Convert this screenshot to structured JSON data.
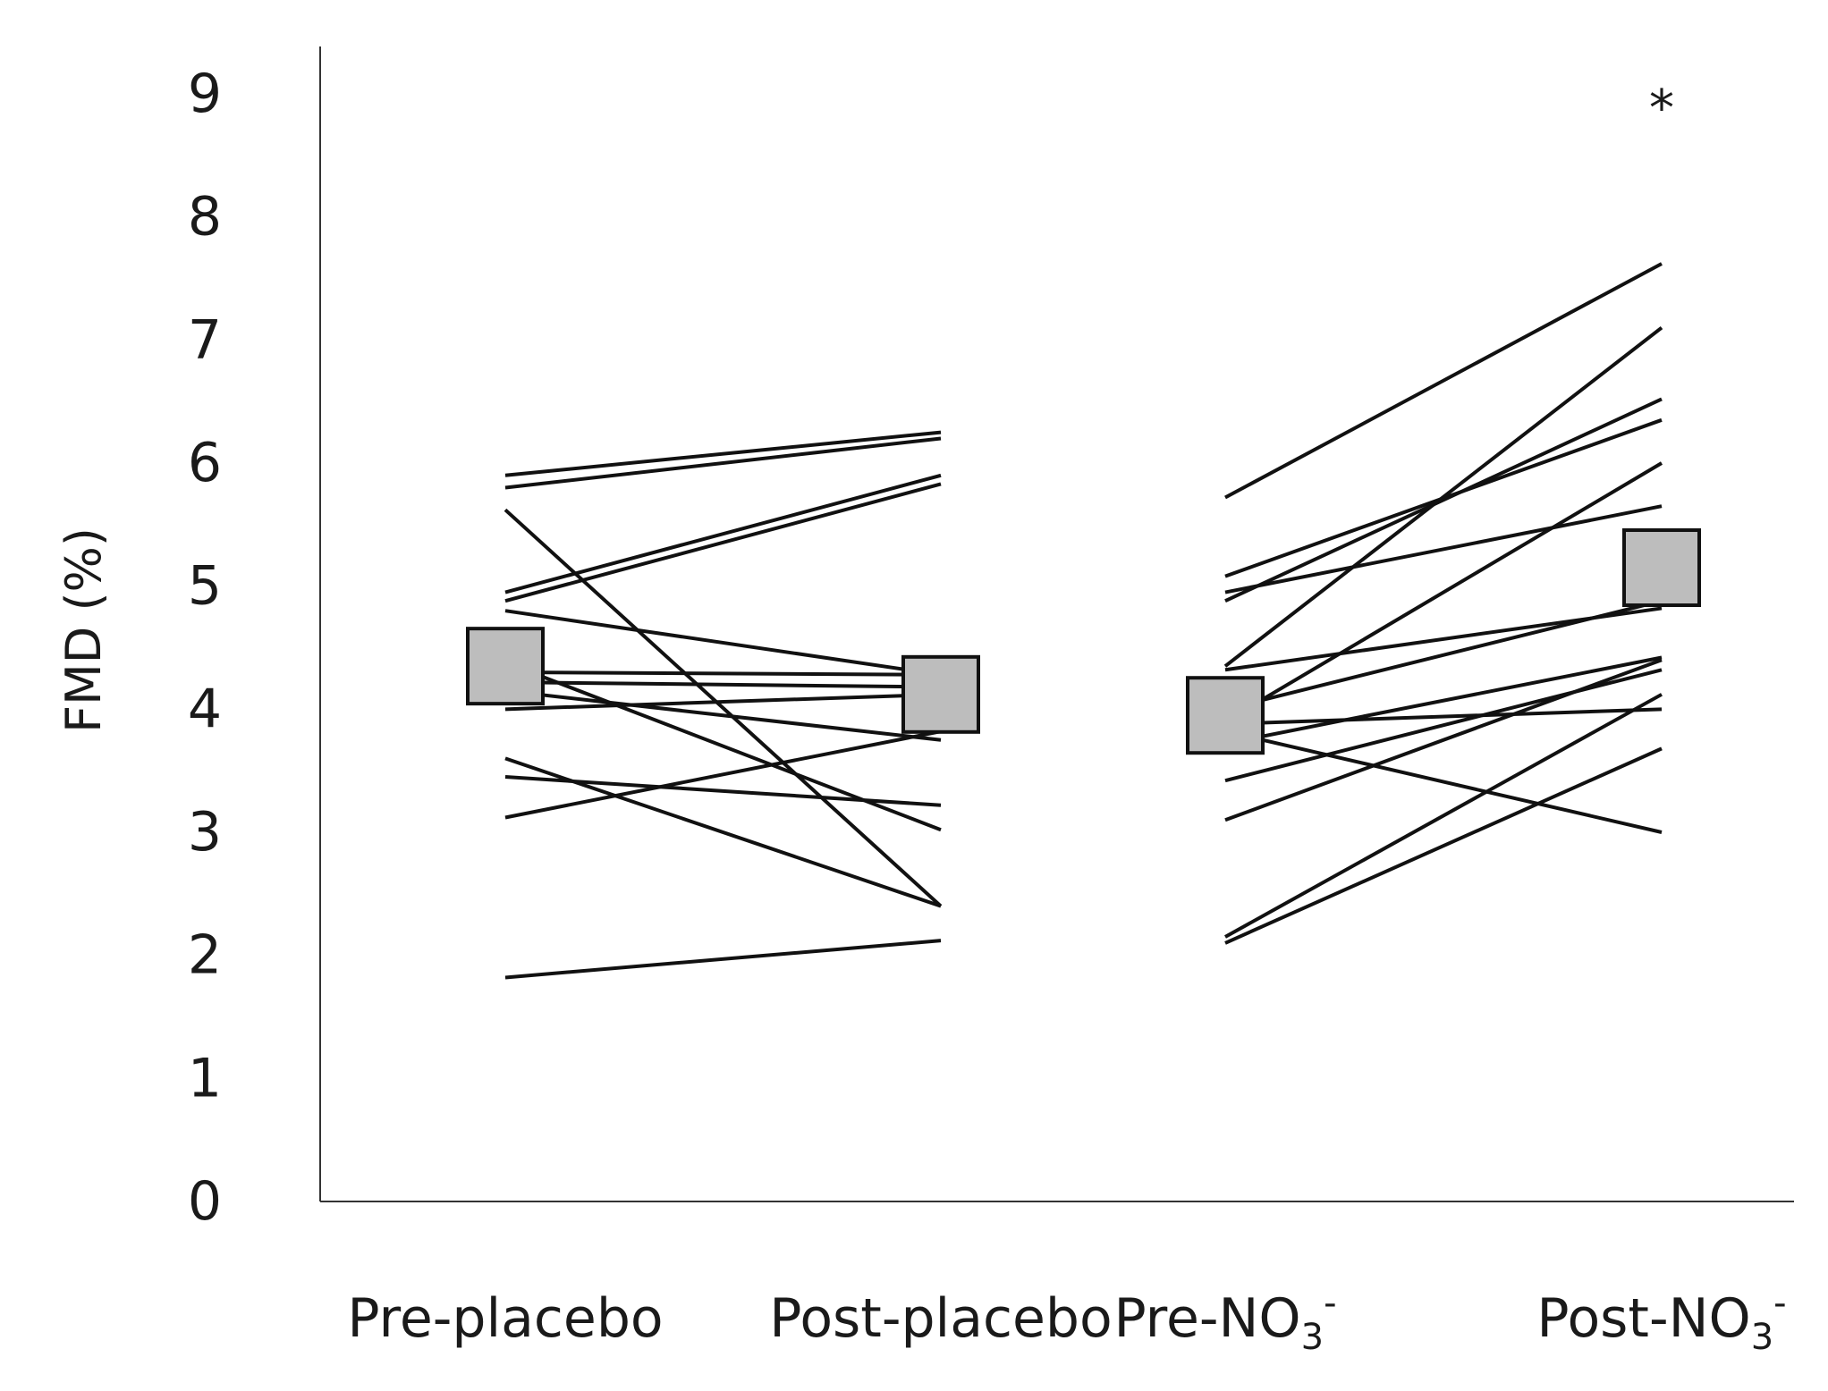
{
  "chart_data": {
    "type": "line",
    "title": "",
    "ylabel": "FMD (%)",
    "xlabel": "",
    "ylim": [
      0,
      9
    ],
    "yticks": [
      "0",
      "1",
      "2",
      "3",
      "4",
      "5",
      "6",
      "7",
      "8",
      "9"
    ],
    "categories": [
      {
        "base": "Pre-placebo",
        "sub": "",
        "sup": ""
      },
      {
        "base": "Post-placebo",
        "sub": "",
        "sup": ""
      },
      {
        "base": "Pre-NO",
        "sub": "3",
        "sup": "-"
      },
      {
        "base": "Post-NO",
        "sub": "3",
        "sup": "-"
      }
    ],
    "grid": false,
    "groups": [
      {
        "from_category": 0,
        "to_category": 1,
        "pairs": [
          [
            5.9,
            6.25
          ],
          [
            5.8,
            6.2
          ],
          [
            4.95,
            5.9
          ],
          [
            4.88,
            5.83
          ],
          [
            5.62,
            2.4
          ],
          [
            4.8,
            4.28
          ],
          [
            4.3,
            4.28
          ],
          [
            4.22,
            4.18
          ],
          [
            4.15,
            3.75
          ],
          [
            4.0,
            4.12
          ],
          [
            3.6,
            2.4
          ],
          [
            3.45,
            3.22
          ],
          [
            3.12,
            3.82
          ],
          [
            4.38,
            3.02
          ],
          [
            1.82,
            2.12
          ]
        ],
        "mean": [
          4.35,
          4.12
        ]
      },
      {
        "from_category": 2,
        "to_category": 3,
        "pairs": [
          [
            5.72,
            7.62
          ],
          [
            5.08,
            6.35
          ],
          [
            4.95,
            5.65
          ],
          [
            4.88,
            6.52
          ],
          [
            4.35,
            7.1
          ],
          [
            4.32,
            4.82
          ],
          [
            4.0,
            4.88
          ],
          [
            3.9,
            6.0
          ],
          [
            3.88,
            4.0
          ],
          [
            3.82,
            3.0
          ],
          [
            3.72,
            4.42
          ],
          [
            3.42,
            4.32
          ],
          [
            3.1,
            4.4
          ],
          [
            2.15,
            4.12
          ],
          [
            2.1,
            3.68
          ]
        ],
        "mean": [
          3.95,
          5.15
        ]
      }
    ],
    "mean_marker_color": "#bdbdbd",
    "line_color": "#111111",
    "annotations": [
      {
        "text": "*",
        "category": 3,
        "y": 8.95
      }
    ]
  }
}
